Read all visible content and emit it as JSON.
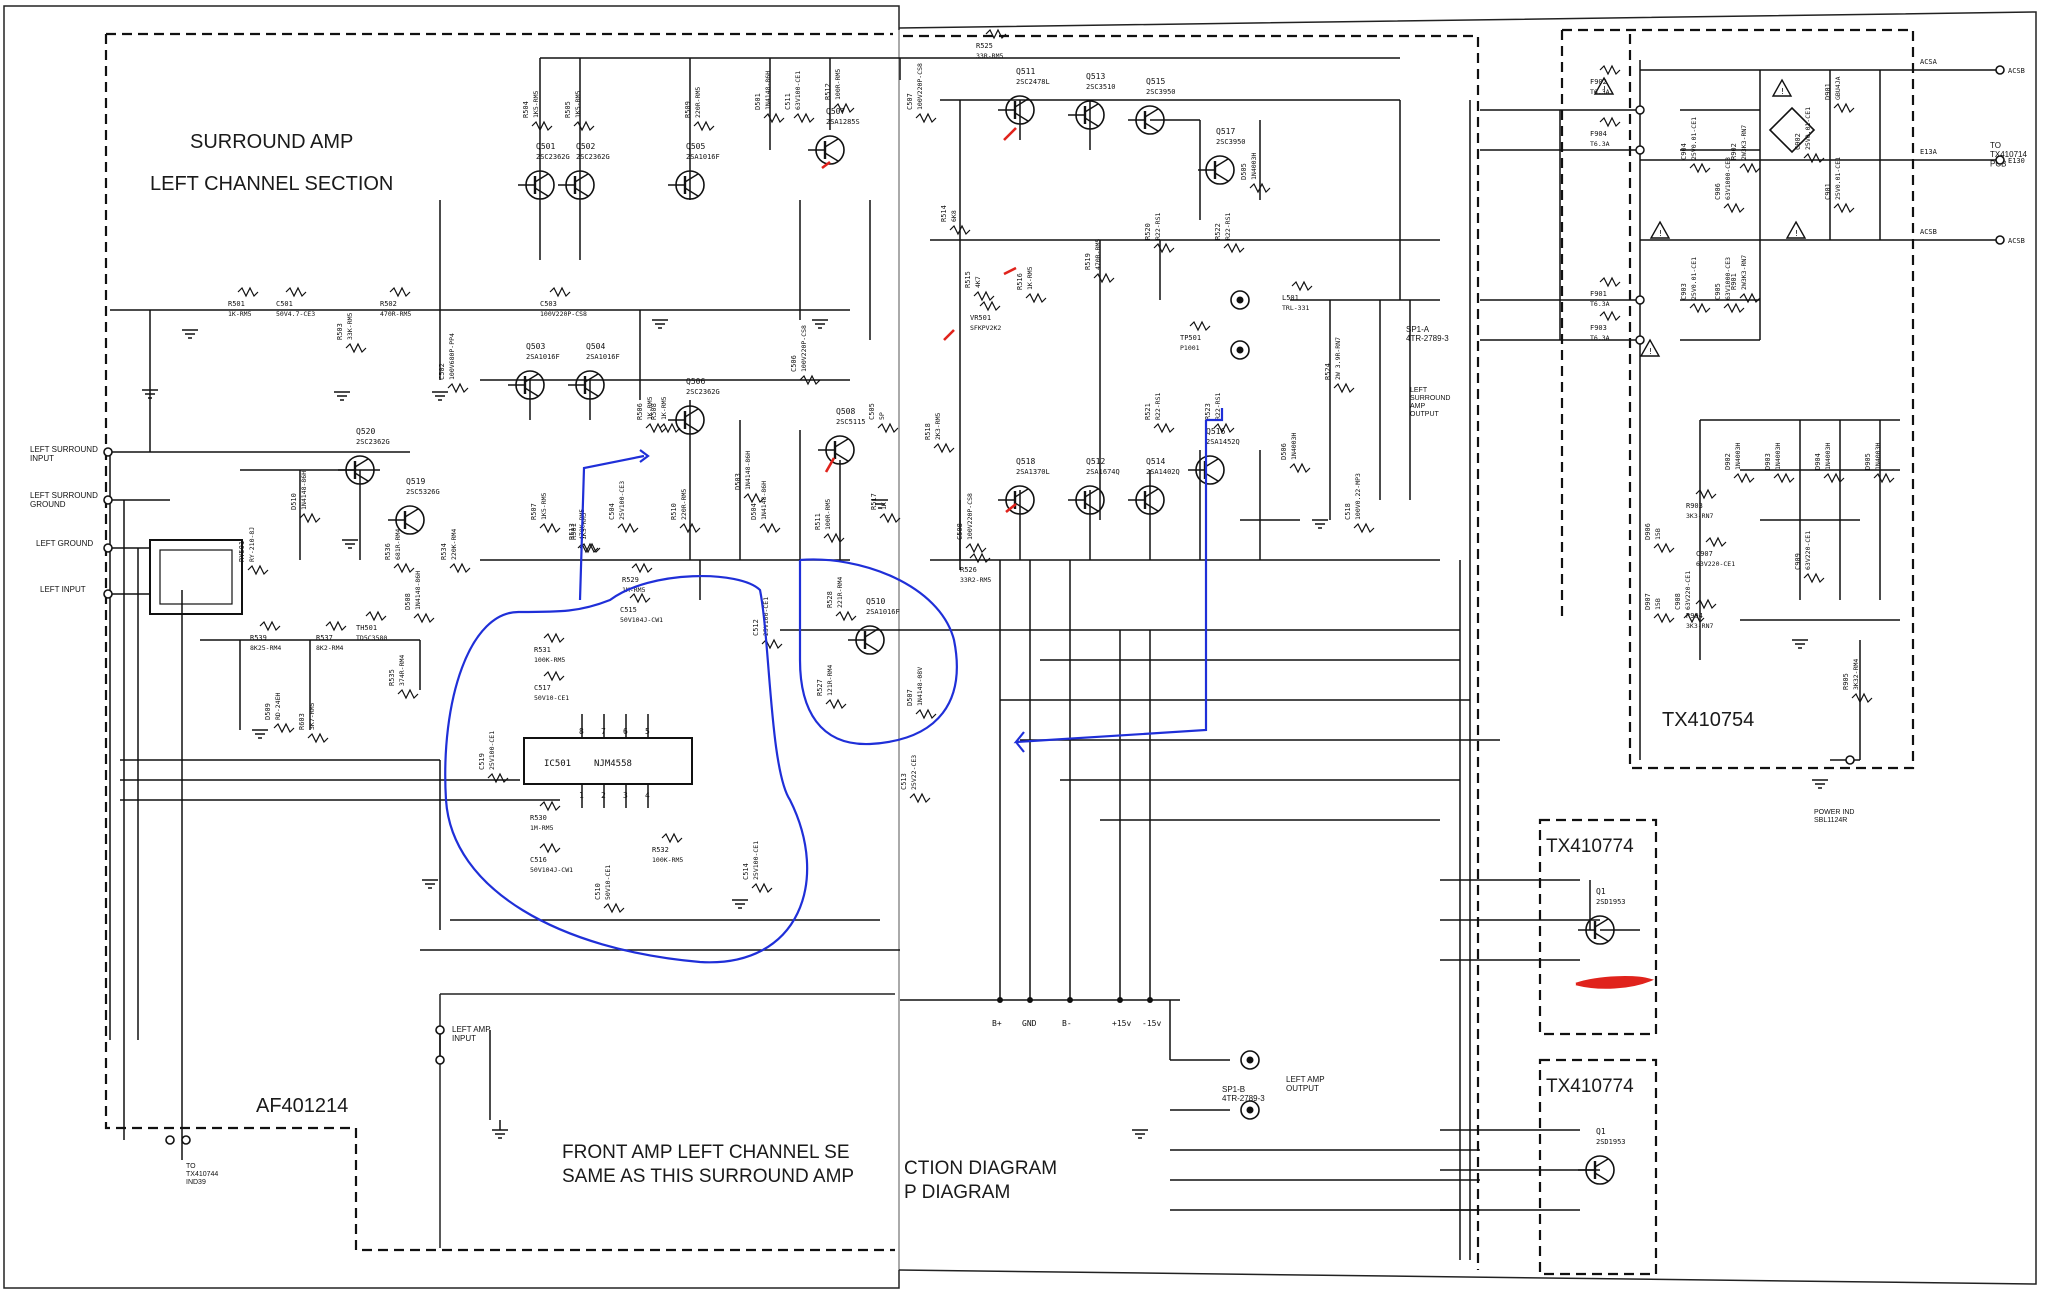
{
  "colors": {
    "ink": "#111111",
    "pen_blue": "#1f2fd8",
    "pen_red": "#e0231c",
    "paper": "#ffffff"
  },
  "titles": {
    "section_line1": "SURROUND AMP",
    "section_line2": "LEFT CHANNEL SECTION",
    "board_main": "AF401214",
    "board_power": "TX410754",
    "board_q_top": "TX410774",
    "board_q_bottom": "TX410774",
    "front_note_1": "FRONT AMP LEFT CHANNEL SE",
    "front_note_2": "SAME AS THIS SURROUND AMP",
    "front_note_3": "CTION DIAGRAM",
    "front_note_4": "P DIAGRAM"
  },
  "inputs": {
    "left_surround_input": "LEFT SURROUND\nINPUT",
    "left_surround_ground": "LEFT SURROUND\nGROUND",
    "left_ground": "LEFT GROUND",
    "left_input": "LEFT INPUT",
    "to_tx": "TO\nTX410744\nIND39",
    "left_amp_input": "LEFT AMP\nINPUT"
  },
  "outputs": {
    "sp1a": "SP1-A\n4TR-2789-3",
    "left_surround_out": "LEFT\nSURROUND\nAMP\nOUTPUT",
    "sp1b": "SP1-B\n4TR-2789-3",
    "left_amp_out": "LEFT AMP\nOUTPUT",
    "to_pcb": "TO\nTX410714\nPCB",
    "power_ind": "POWER IND\nSBL1124R"
  },
  "rails": [
    "B+",
    "GND",
    "B-",
    "+15v",
    "-15v"
  ],
  "power_terms": [
    "ACSA",
    "E13A",
    "ACSB"
  ],
  "power_terms_out": [
    "ACSB",
    "E130",
    "ACSB"
  ],
  "transistors": [
    {
      "ref": "Q501",
      "part": "2SC2362G"
    },
    {
      "ref": "Q502",
      "part": "2SC2362G"
    },
    {
      "ref": "Q505",
      "part": "2SA1016F"
    },
    {
      "ref": "Q507",
      "part": "2SA1285S"
    },
    {
      "ref": "Q511",
      "part": "2SC2478L"
    },
    {
      "ref": "Q513",
      "part": "2SC3510"
    },
    {
      "ref": "Q515",
      "part": "2SC3950"
    },
    {
      "ref": "Q517",
      "part": "2SC3950"
    },
    {
      "ref": "Q503",
      "part": "2SA1016F"
    },
    {
      "ref": "Q504",
      "part": "2SA1016F"
    },
    {
      "ref": "Q506",
      "part": "2SC2362G"
    },
    {
      "ref": "Q508",
      "part": "2SC5115"
    },
    {
      "ref": "Q520",
      "part": "2SC2362G"
    },
    {
      "ref": "Q519",
      "part": "2SC5326G"
    },
    {
      "ref": "Q510",
      "part": "2SA1016F"
    },
    {
      "ref": "Q518",
      "part": "2SA1370L"
    },
    {
      "ref": "Q512",
      "part": "2SA1674Q"
    },
    {
      "ref": "Q514",
      "part": "2SA1402Q"
    },
    {
      "ref": "Q516",
      "part": "2SA1452Q"
    },
    {
      "ref": "Q1",
      "part": "2SD1953"
    },
    {
      "ref": "Q1",
      "part": "2SD1953"
    }
  ],
  "ic": {
    "ref": "IC501",
    "part": "NJM4558",
    "pins_top": [
      "8",
      "7",
      "6",
      "5"
    ],
    "pins_bottom": [
      "1",
      "2",
      "3",
      "4"
    ]
  },
  "components": [
    {
      "ref": "R501",
      "val": "1K-RM5"
    },
    {
      "ref": "C501",
      "val": "50V4.7-CE3"
    },
    {
      "ref": "R502",
      "val": "470R-RM5"
    },
    {
      "ref": "C503",
      "val": "100V220P-CS8"
    },
    {
      "ref": "R503",
      "val": "33K-RM5"
    },
    {
      "ref": "C502",
      "val": "100V680P-PP4"
    },
    {
      "ref": "R504",
      "val": "1K5-RM5"
    },
    {
      "ref": "R505",
      "val": "1K5-RM5"
    },
    {
      "ref": "R509",
      "val": "220R-RM5"
    },
    {
      "ref": "D501",
      "val": "1N4148-86H"
    },
    {
      "ref": "C511",
      "val": "63V100-CE1"
    },
    {
      "ref": "R512",
      "val": "100R-RM5"
    },
    {
      "ref": "R525",
      "val": "33R-RM5"
    },
    {
      "ref": "C507",
      "val": "100V220P-CS8"
    },
    {
      "ref": "R514",
      "val": "6K8"
    },
    {
      "ref": "R515",
      "val": "4K7"
    },
    {
      "ref": "R516",
      "val": "1K-RM5"
    },
    {
      "ref": "VR501",
      "val": "SFKPV2K2"
    },
    {
      "ref": "R519",
      "val": "470R-RM5"
    },
    {
      "ref": "R520",
      "val": "R22-RS1"
    },
    {
      "ref": "R522",
      "val": "R22-RS1"
    },
    {
      "ref": "D505",
      "val": "1N4003H"
    },
    {
      "ref": "L501",
      "val": "TRL-331"
    },
    {
      "ref": "TP501",
      "val": "P1001"
    },
    {
      "ref": "R521",
      "val": "R22-RS1"
    },
    {
      "ref": "R523",
      "val": "R22-RS1"
    },
    {
      "ref": "R524",
      "val": "2W 3.9R-RN7"
    },
    {
      "ref": "C518",
      "val": "100V0.22-MP3"
    },
    {
      "ref": "D506",
      "val": "1N4003H"
    },
    {
      "ref": "R506",
      "val": "1K-RM5"
    },
    {
      "ref": "R508",
      "val": "1K-RM5"
    },
    {
      "ref": "R513",
      "val": "470K-RM5"
    },
    {
      "ref": "C504",
      "val": "25V100-CE3"
    },
    {
      "ref": "R510",
      "val": "220R-RM5"
    },
    {
      "ref": "D503",
      "val": "1N4148-86H"
    },
    {
      "ref": "D504",
      "val": "1N4148-86H"
    },
    {
      "ref": "R511",
      "val": "100R-RM5"
    },
    {
      "ref": "R517",
      "val": "1K"
    },
    {
      "ref": "C505",
      "val": "5P"
    },
    {
      "ref": "C506",
      "val": "100V220P-CS8"
    },
    {
      "ref": "C508",
      "val": "100V220P-CS8"
    },
    {
      "ref": "R526",
      "val": "33R2-RM5"
    },
    {
      "ref": "R518",
      "val": "2K3-RM5"
    },
    {
      "ref": "R507",
      "val": "1K5-RM5"
    },
    {
      "ref": "R501",
      "val": "1K5-RM5"
    },
    {
      "ref": "R529",
      "val": "1M-RM5"
    },
    {
      "ref": "C515",
      "val": "50V104J-CW1"
    },
    {
      "ref": "R531",
      "val": "100K-RM5"
    },
    {
      "ref": "C517",
      "val": "50V10-CE1"
    },
    {
      "ref": "C512",
      "val": "25V100-CE1"
    },
    {
      "ref": "R528",
      "val": "221R-RM4"
    },
    {
      "ref": "R527",
      "val": "121R-RM4"
    },
    {
      "ref": "D507",
      "val": "1N4148-08V"
    },
    {
      "ref": "C519",
      "val": "25V100-CE1"
    },
    {
      "ref": "R530",
      "val": "1M-RM5"
    },
    {
      "ref": "C516",
      "val": "50V104J-CW1"
    },
    {
      "ref": "R532",
      "val": "100K-RM5"
    },
    {
      "ref": "C510",
      "val": "50V10-CE1"
    },
    {
      "ref": "C514",
      "val": "25V100-CE1"
    },
    {
      "ref": "C513",
      "val": "25V22-CE3"
    },
    {
      "ref": "RY501",
      "val": "RY-210-8J"
    },
    {
      "ref": "D510",
      "val": "1N4148-86H"
    },
    {
      "ref": "R539",
      "val": "8K25-RM4"
    },
    {
      "ref": "R537",
      "val": "8K2-RM4"
    },
    {
      "ref": "TH501",
      "val": "TD5C3580"
    },
    {
      "ref": "R536",
      "val": "681R-RM4"
    },
    {
      "ref": "R534",
      "val": "220K-RM4"
    },
    {
      "ref": "D508",
      "val": "1N4148-86H"
    },
    {
      "ref": "R535",
      "val": "374R-RM4"
    },
    {
      "ref": "D509",
      "val": "RD-24EH"
    },
    {
      "ref": "R603",
      "val": "3K7-RM5"
    },
    {
      "ref": "F902",
      "val": "T6.3A"
    },
    {
      "ref": "F904",
      "val": "T6.3A"
    },
    {
      "ref": "F901",
      "val": "T6.3A"
    },
    {
      "ref": "F903",
      "val": "T6.3A"
    },
    {
      "ref": "C904",
      "val": "25V0.01-CE1"
    },
    {
      "ref": "C906",
      "val": "63V1000-CE3"
    },
    {
      "ref": "R902",
      "val": "2W3K3-RN7"
    },
    {
      "ref": "C903",
      "val": "25V0.01-CE1"
    },
    {
      "ref": "C905",
      "val": "63V1000-CE3"
    },
    {
      "ref": "R901",
      "val": "2W3K3-RN7"
    },
    {
      "ref": "D901",
      "val": "GBU4JA"
    },
    {
      "ref": "C902",
      "val": "25V0.01-CE1"
    },
    {
      "ref": "C901",
      "val": "25V0.01-CE1"
    },
    {
      "ref": "R903",
      "val": "3K3-RN7"
    },
    {
      "ref": "C907",
      "val": "63V220-CE1"
    },
    {
      "ref": "D902",
      "val": "1N4003H"
    },
    {
      "ref": "D903",
      "val": "1N4003H"
    },
    {
      "ref": "D904",
      "val": "1N4003H"
    },
    {
      "ref": "D905",
      "val": "1N4003H"
    },
    {
      "ref": "D906",
      "val": "15B"
    },
    {
      "ref": "D907",
      "val": "15B"
    },
    {
      "ref": "C908",
      "val": "63V220-CE1"
    },
    {
      "ref": "C909",
      "val": "63V220-CE1"
    },
    {
      "ref": "R904",
      "val": "3K3-RN7"
    },
    {
      "ref": "R905",
      "val": "3K32-RM4"
    }
  ]
}
